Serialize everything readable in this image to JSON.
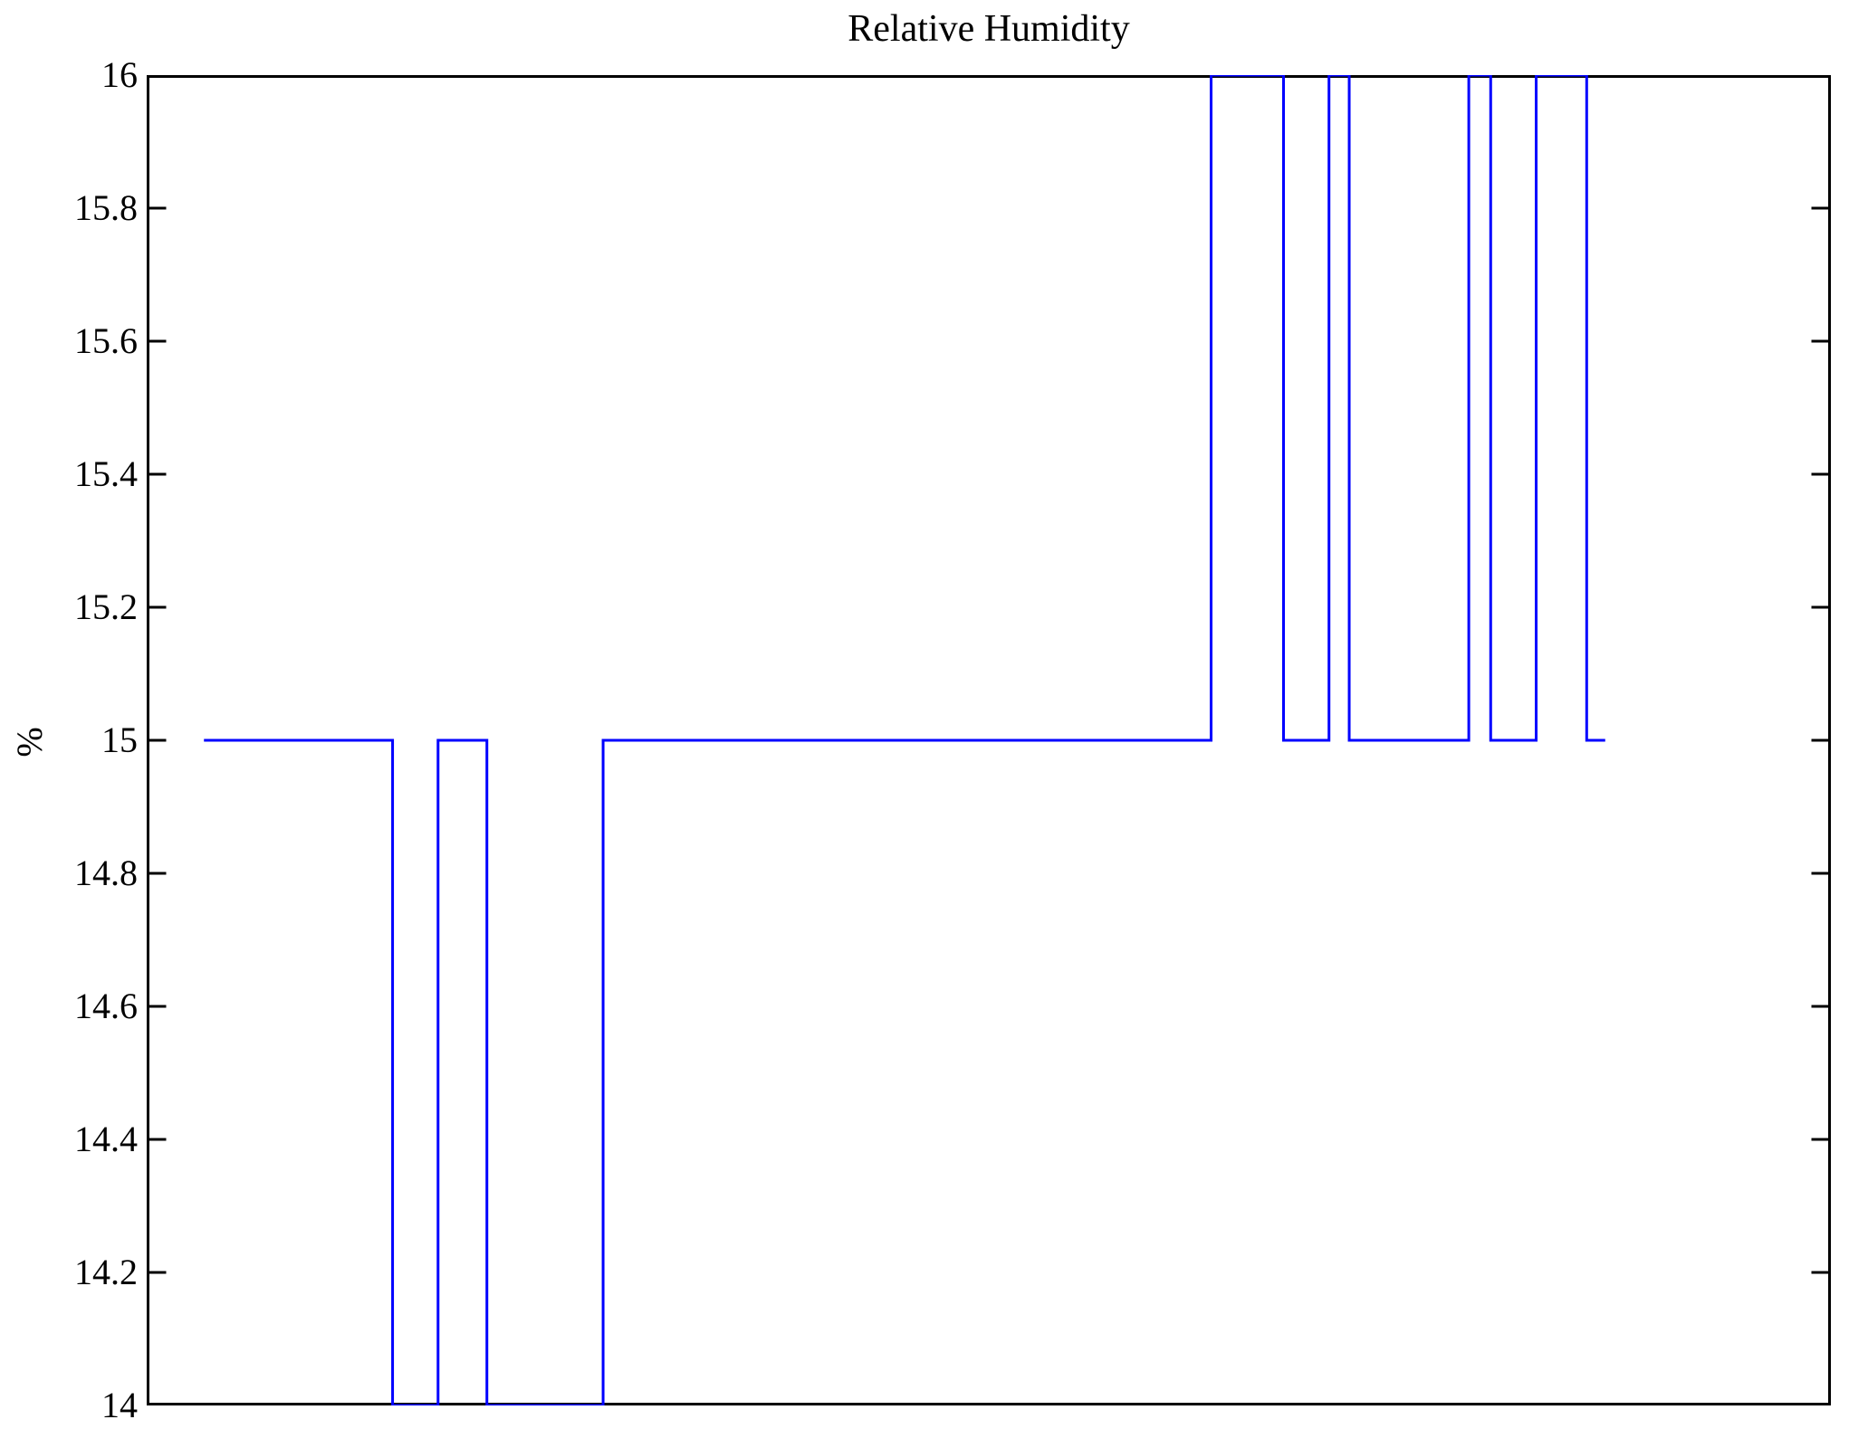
{
  "chart_data": {
    "type": "line",
    "subtype": "step",
    "title": "Relative Humidity",
    "ylabel": "%",
    "ylim": [
      14,
      16
    ],
    "yticks": [
      14,
      14.2,
      14.4,
      14.6,
      14.8,
      15,
      15.2,
      15.4,
      15.6,
      15.8,
      16
    ],
    "ytick_labels": [
      "14",
      "14.2",
      "14.4",
      "14.6",
      "14.8",
      "15",
      "15.2",
      "15.4",
      "15.6",
      "15.8",
      "16"
    ],
    "xticks": [],
    "xtick_labels": [],
    "grid": false,
    "legend": null,
    "box": true,
    "tick_direction": "in",
    "line_color": "#0000ff",
    "axis_color": "#000000",
    "background_color": "#ffffff",
    "series": [
      {
        "name": "Relative Humidity",
        "unit": "%",
        "steps": [
          {
            "x_start_frac": 0.034,
            "x_end_frac": 0.146,
            "value": 15
          },
          {
            "x_start_frac": 0.146,
            "x_end_frac": 0.173,
            "value": 14
          },
          {
            "x_start_frac": 0.173,
            "x_end_frac": 0.202,
            "value": 15
          },
          {
            "x_start_frac": 0.202,
            "x_end_frac": 0.271,
            "value": 14
          },
          {
            "x_start_frac": 0.271,
            "x_end_frac": 0.632,
            "value": 15
          },
          {
            "x_start_frac": 0.632,
            "x_end_frac": 0.675,
            "value": 16
          },
          {
            "x_start_frac": 0.675,
            "x_end_frac": 0.702,
            "value": 15
          },
          {
            "x_start_frac": 0.702,
            "x_end_frac": 0.714,
            "value": 16
          },
          {
            "x_start_frac": 0.714,
            "x_end_frac": 0.785,
            "value": 15
          },
          {
            "x_start_frac": 0.785,
            "x_end_frac": 0.798,
            "value": 16
          },
          {
            "x_start_frac": 0.798,
            "x_end_frac": 0.825,
            "value": 15
          },
          {
            "x_start_frac": 0.825,
            "x_end_frac": 0.855,
            "value": 16
          },
          {
            "x_start_frac": 0.855,
            "x_end_frac": 0.866,
            "value": 15
          }
        ]
      }
    ]
  }
}
